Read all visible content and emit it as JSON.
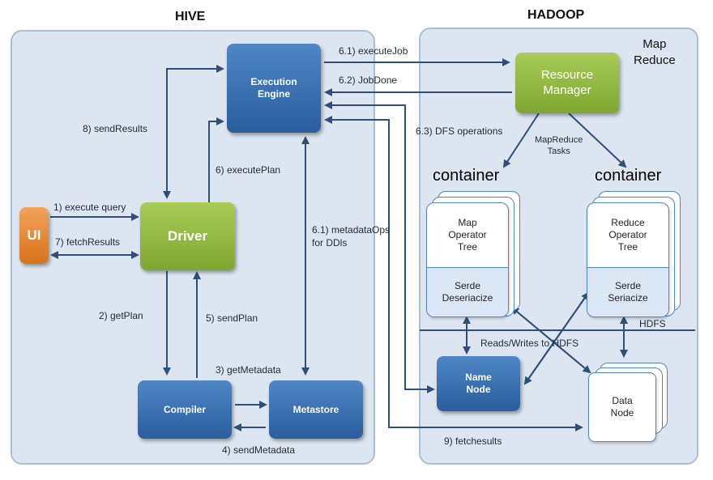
{
  "titles": {
    "hive": "HIVE",
    "hadoop": "HADOOP"
  },
  "mapreduce_label": [
    "Map",
    "Reduce"
  ],
  "nodes": {
    "ui": "UI",
    "driver": "Driver",
    "execution_engine": [
      "Execution",
      "Engine"
    ],
    "compiler": "Compiler",
    "metastore": "Metastore",
    "resource_manager": [
      "Resource",
      "Manager"
    ],
    "name_node": [
      "Name",
      "Node"
    ],
    "data_node": [
      "Data",
      "Node"
    ]
  },
  "containers": {
    "left_title": "container",
    "right_title": "container",
    "map": {
      "top": [
        "Map",
        "Operator",
        "Tree"
      ],
      "bottom": [
        "Serde",
        "Deseriacize"
      ]
    },
    "reduce": {
      "top": [
        "Reduce",
        "Operator",
        "Tree"
      ],
      "bottom": [
        "Serde",
        "Seriacize"
      ]
    }
  },
  "edges": {
    "execute_query": "1) execute query",
    "fetch_results": "7) fetchResults",
    "send_results": "8) sendResults",
    "execute_plan": "6) executePlan",
    "get_plan": "2) getPlan",
    "send_plan": "5) sendPlan",
    "get_metadata": "3) getMetadata",
    "send_metadata": "4) sendMetadata",
    "metadata_ops": [
      "6.1)  metadataOps",
      "for DDls"
    ],
    "execute_job": "6.1) executeJob",
    "job_done": "6.2) JobDone",
    "dfs_operations": "6.3) DFS operations",
    "mapreduce_tasks": [
      "MapReduce",
      "Tasks"
    ],
    "hdfs": "HDFS",
    "reads_writes": "Reads/Writes to HDFS",
    "fetch_esults": "9) fetchesults"
  },
  "colors": {
    "panel": "#dde6f0",
    "blue_node": "#3a70b4",
    "green_node": "#8db83e",
    "orange_node": "#e8872c",
    "arrow": "#2d4f7a"
  }
}
